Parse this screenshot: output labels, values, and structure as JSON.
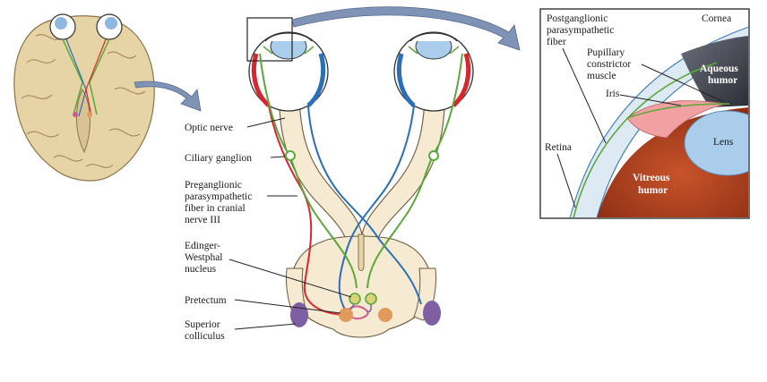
{
  "labels": {
    "optic_nerve": "Optic nerve",
    "ciliary_ganglion": "Ciliary ganglion",
    "preganglionic": [
      "Preganglionic",
      "parasympathetic",
      "fiber in cranial",
      "nerve III"
    ],
    "edinger_westphal": [
      "Edinger-",
      "Westphal",
      "nucleus"
    ],
    "pretectum": "Pretectum",
    "superior_colliculus": [
      "Superior",
      "colliculus"
    ]
  },
  "inset_labels": {
    "postganglionic": [
      "Postganglionic",
      "parasympathetic",
      "fiber"
    ],
    "cornea": "Cornea",
    "pupillary_constrictor": [
      "Pupillary",
      "constrictor",
      "muscle"
    ],
    "aqueous_humor": [
      "Aqueous",
      "humor"
    ],
    "iris": "Iris",
    "lens": "Lens",
    "retina": "Retina",
    "vitreous_humor": [
      "Vitreous",
      "humor"
    ]
  },
  "colors": {
    "brain": "#e6d3a6",
    "brainstem": "#f6ead2",
    "retina_red": "#d8262e",
    "retina_blue": "#2a6fb8",
    "fiber_green": "#5aa83a",
    "fiber_pink": "#d05a8a",
    "nucleus_orange": "#e19a5c",
    "colliculus_purple": "#7f5fa3",
    "arrow_blue": "#7f93b6",
    "vitreous": "#b8451f",
    "aqueous": "#474a55",
    "lens": "#a9cdea",
    "iris_pink": "#f1a1a1"
  }
}
